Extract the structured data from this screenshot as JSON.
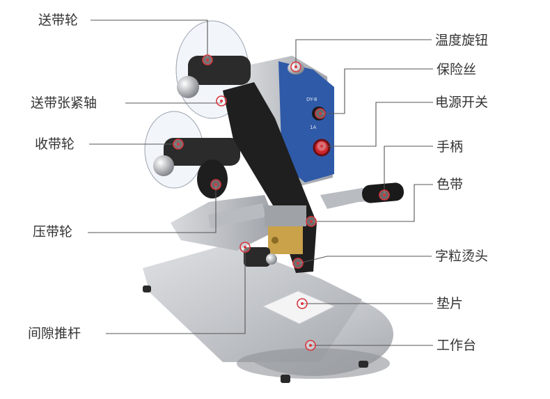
{
  "labels": {
    "songdailun": "送带轮",
    "songdai_zhangjinzhou": "送带张紧轴",
    "shoudailun": "收带轮",
    "yadailun": "压带轮",
    "jianxi_tuigan": "间隙推杆",
    "wendu_xuanniu": "温度旋钮",
    "baoxiansi": "保险丝",
    "dianyuan_kaiguan": "电源开关",
    "shoubing": "手柄",
    "sedai": "色带",
    "zili_tangtou": "字粒烫头",
    "dianpian": "垫片",
    "gongzuotai": "工作台"
  },
  "colors": {
    "marker": "#d9363e",
    "leader": "#555555",
    "metal": "#c9ccd0",
    "ribbon": "#1f1f1f",
    "panel": "#2f5aa8",
    "knob": "#1a1a1a",
    "switch": "#c8242a",
    "brass": "#c9a24a"
  }
}
